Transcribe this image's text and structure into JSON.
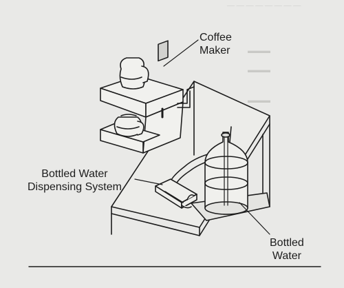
{
  "labels": {
    "coffee_maker": [
      "Coffee",
      "Maker"
    ],
    "dispensing_system": [
      "Bottled Water",
      "Dispensing System"
    ],
    "bottled_water": [
      "Bottled",
      "Water"
    ]
  },
  "colors": {
    "ink": "#1c1c1c",
    "paper": "#e9e9e7"
  }
}
